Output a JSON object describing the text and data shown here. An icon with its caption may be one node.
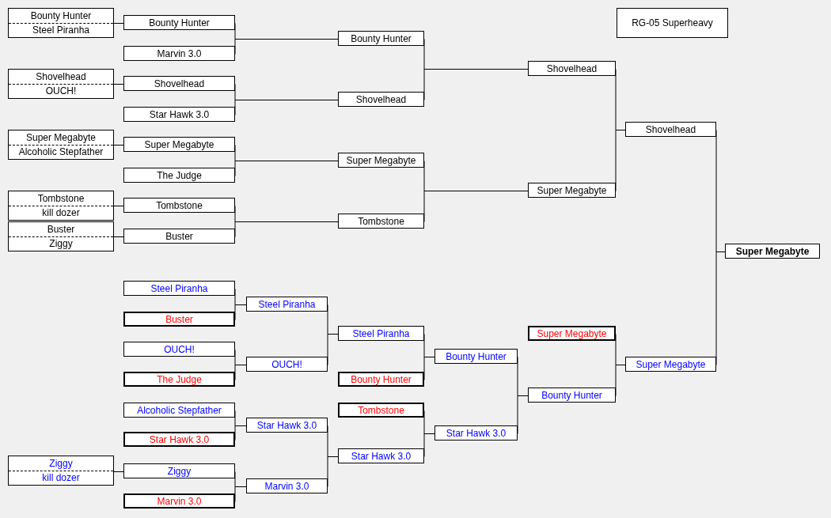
{
  "diagram": {
    "title": "RG-05 Superheavy",
    "nodes": [
      {
        "text": [
          "Bounty Hunter",
          "Steel Piranha"
        ]
      },
      {
        "text": [
          "Shovelhead",
          "OUCH!"
        ]
      },
      {
        "text": [
          "Super Megabyte",
          "Alcoholic Stepfather"
        ]
      },
      {
        "text": [
          "Tombstone",
          "kill dozer"
        ]
      },
      {
        "text": [
          "Buster",
          "Ziggy"
        ]
      },
      {
        "text": [
          "Bounty Hunter"
        ]
      },
      {
        "text": [
          "Marvin 3.0"
        ]
      },
      {
        "text": [
          "Shovelhead"
        ]
      },
      {
        "text": [
          "Star Hawk 3.0"
        ]
      },
      {
        "text": [
          "Super Megabyte"
        ]
      },
      {
        "text": [
          "The Judge"
        ]
      },
      {
        "text": [
          "Tombstone"
        ]
      },
      {
        "text": [
          "Buster"
        ]
      },
      {
        "text": [
          "Bounty Hunter"
        ]
      },
      {
        "text": [
          "Shovelhead"
        ]
      },
      {
        "text": [
          "Super Megabyte"
        ]
      },
      {
        "text": [
          "Tombstone"
        ]
      },
      {
        "text": [
          "Shovelhead"
        ]
      },
      {
        "text": [
          "Super Megabyte"
        ]
      },
      {
        "text": [
          "Shovelhead"
        ]
      },
      {
        "text": [
          "Super Megabyte"
        ]
      },
      {
        "text": [
          "Ziggy",
          "kill dozer"
        ]
      },
      {
        "text": [
          "Steel Piranha"
        ]
      },
      {
        "text": [
          "Buster"
        ]
      },
      {
        "text": [
          "OUCH!"
        ]
      },
      {
        "text": [
          "The Judge"
        ]
      },
      {
        "text": [
          "Alcoholic Stepfather"
        ]
      },
      {
        "text": [
          "Star Hawk 3.0"
        ]
      },
      {
        "text": [
          "Ziggy"
        ]
      },
      {
        "text": [
          "Marvin 3.0"
        ]
      },
      {
        "text": [
          "Steel Piranha"
        ]
      },
      {
        "text": [
          "OUCH!"
        ]
      },
      {
        "text": [
          "Star Hawk 3.0"
        ]
      },
      {
        "text": [
          "Marvin 3.0"
        ]
      },
      {
        "text": [
          "Steel Piranha"
        ]
      },
      {
        "text": [
          "Bounty Hunter"
        ]
      },
      {
        "text": [
          "Tombstone"
        ]
      },
      {
        "text": [
          "Star Hawk 3.0"
        ]
      },
      {
        "text": [
          "Bounty Hunter"
        ]
      },
      {
        "text": [
          "Star Hawk 3.0"
        ]
      },
      {
        "text": [
          "Super Megabyte"
        ]
      },
      {
        "text": [
          "Bounty Hunter"
        ]
      },
      {
        "text": [
          "Super Megabyte"
        ]
      }
    ],
    "edges": [
      {
        "from": 0,
        "to": 5,
        "arrow": "none"
      },
      {
        "from": 1,
        "to": 7,
        "arrow": "none"
      },
      {
        "from": 2,
        "to": 9,
        "arrow": "none"
      },
      {
        "from": 3,
        "to": 11,
        "arrow": "none"
      },
      {
        "from": 4,
        "to": 12,
        "arrow": "none"
      },
      {
        "from": 5,
        "to": 13,
        "arrow": "none"
      },
      {
        "from": 6,
        "to": 13,
        "arrow": "none"
      },
      {
        "from": 7,
        "to": 14,
        "arrow": "none"
      },
      {
        "from": 8,
        "to": 14,
        "arrow": "none"
      },
      {
        "from": 9,
        "to": 15,
        "arrow": "none"
      },
      {
        "from": 10,
        "to": 15,
        "arrow": "none"
      },
      {
        "from": 11,
        "to": 16,
        "arrow": "none"
      },
      {
        "from": 12,
        "to": 16,
        "arrow": "none"
      },
      {
        "from": 13,
        "to": 17,
        "arrow": "none"
      },
      {
        "from": 14,
        "to": 17,
        "arrow": "none"
      },
      {
        "from": 15,
        "to": 18,
        "arrow": "none"
      },
      {
        "from": 16,
        "to": 18,
        "arrow": "none"
      },
      {
        "from": 17,
        "to": 19,
        "arrow": "none"
      },
      {
        "from": 18,
        "to": 19,
        "arrow": "none"
      },
      {
        "from": 19,
        "to": 20,
        "arrow": "none"
      },
      {
        "from": 42,
        "to": 20,
        "arrow": "none"
      },
      {
        "from": 21,
        "to": 28,
        "arrow": "none"
      },
      {
        "from": 22,
        "to": 30,
        "arrow": "none"
      },
      {
        "from": 23,
        "to": 30,
        "arrow": "none"
      },
      {
        "from": 24,
        "to": 31,
        "arrow": "none"
      },
      {
        "from": 25,
        "to": 31,
        "arrow": "none"
      },
      {
        "from": 26,
        "to": 32,
        "arrow": "none"
      },
      {
        "from": 27,
        "to": 32,
        "arrow": "none"
      },
      {
        "from": 28,
        "to": 33,
        "arrow": "none"
      },
      {
        "from": 29,
        "to": 33,
        "arrow": "none"
      },
      {
        "from": 30,
        "to": 34,
        "arrow": "none"
      },
      {
        "from": 31,
        "to": 34,
        "arrow": "none"
      },
      {
        "from": 32,
        "to": 37,
        "arrow": "none"
      },
      {
        "from": 33,
        "to": 37,
        "arrow": "none"
      },
      {
        "from": 34,
        "to": 38,
        "arrow": "none"
      },
      {
        "from": 35,
        "to": 38,
        "arrow": "none"
      },
      {
        "from": 36,
        "to": 39,
        "arrow": "none"
      },
      {
        "from": 37,
        "to": 39,
        "arrow": "none"
      },
      {
        "from": 38,
        "to": 41,
        "arrow": "none"
      },
      {
        "from": 39,
        "to": 41,
        "arrow": "none"
      },
      {
        "from": 40,
        "to": 42,
        "arrow": "none"
      },
      {
        "from": 41,
        "to": 42,
        "arrow": "none"
      }
    ]
  }
}
